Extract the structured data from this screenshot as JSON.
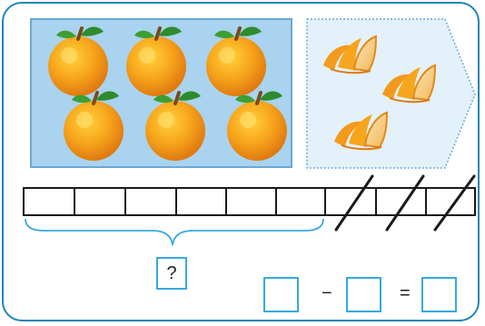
{
  "question_mark": "?",
  "equation": {
    "minus": "−",
    "equals": "="
  },
  "colors": {
    "frame": "#1f86b8",
    "panel_fill": "#a9d3ee",
    "panel_border": "#6aa9d6",
    "peel_panel_fill": "#e3f1fb",
    "box_border": "#36a9e1",
    "strip_line": "#1a1a1a"
  },
  "counts": {
    "whole_oranges": 6,
    "peeled_oranges": 3,
    "strip_cells": 9,
    "crossed_cells": 3
  },
  "icons": [
    "orange-icon",
    "orange-peel-icon",
    "brace-icon",
    "slash-mark"
  ]
}
